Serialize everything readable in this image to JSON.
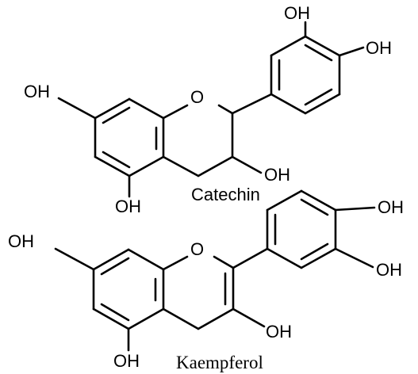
{
  "molecules": [
    {
      "name": "Catechin",
      "labels": {
        "oh_top_left": "OH",
        "oh_top_right": "OH",
        "oh_a7": "OH",
        "ring_o": "O",
        "oh_c3": "OH",
        "oh_a5": "OH"
      }
    },
    {
      "name": "Kaempferol",
      "labels": {
        "oh_b_upper": "OH",
        "oh_a7": "OH",
        "ring_o": "O",
        "oh_b_lower": "OH",
        "oh_c3": "OH",
        "oh_a5": "OH"
      }
    }
  ],
  "colors": {
    "ink": "#000000",
    "background": "#ffffff"
  }
}
